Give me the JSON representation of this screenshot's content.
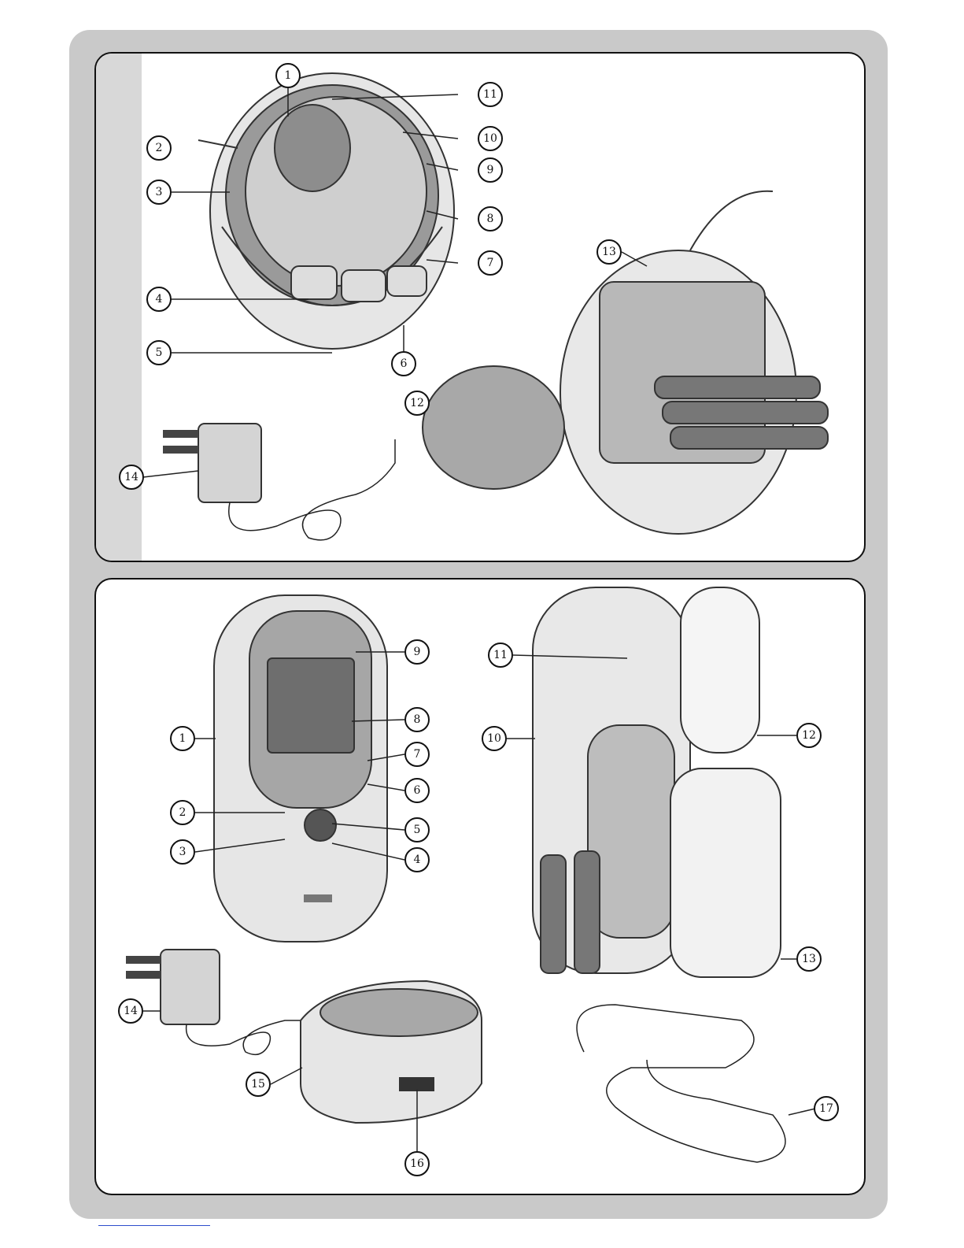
{
  "top_panel": {
    "callouts": [
      {
        "label": "1"
      },
      {
        "label": "2"
      },
      {
        "label": "3"
      },
      {
        "label": "4"
      },
      {
        "label": "5"
      },
      {
        "label": "6"
      },
      {
        "label": "7"
      },
      {
        "label": "8"
      },
      {
        "label": "9"
      },
      {
        "label": "10"
      },
      {
        "label": "11"
      },
      {
        "label": "12"
      },
      {
        "label": "13"
      },
      {
        "label": "14"
      }
    ]
  },
  "bottom_panel": {
    "callouts": [
      {
        "label": "1"
      },
      {
        "label": "2"
      },
      {
        "label": "3"
      },
      {
        "label": "4"
      },
      {
        "label": "5"
      },
      {
        "label": "6"
      },
      {
        "label": "7"
      },
      {
        "label": "8"
      },
      {
        "label": "9"
      },
      {
        "label": "10"
      },
      {
        "label": "11"
      },
      {
        "label": "12"
      },
      {
        "label": "13"
      },
      {
        "label": "14"
      },
      {
        "label": "15"
      },
      {
        "label": "16"
      },
      {
        "label": "17"
      }
    ]
  },
  "icons": {
    "baby_unit": "baby-unit-illustration",
    "parent_unit": "parent-unit-illustration",
    "adapter": "power-adapter-illustration",
    "battery_cover": "battery-cover-illustration",
    "charger": "charger-base-illustration",
    "lanyard": "neck-cord-illustration"
  },
  "colors": {
    "frame": "#c9c9c9",
    "panel_border": "#111111",
    "footer_rule": "#2d4dcc"
  }
}
